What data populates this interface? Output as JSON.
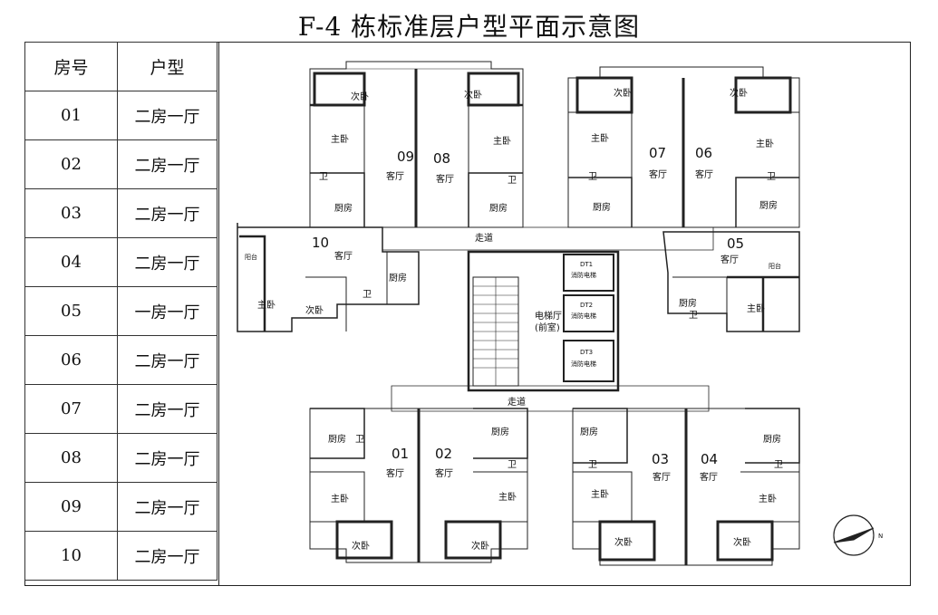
{
  "title": "F-4 栋标准层户型平面示意图",
  "table": {
    "headers": [
      "房号",
      "户型"
    ],
    "rows": [
      {
        "room": "01",
        "type": "二房一厅"
      },
      {
        "room": "02",
        "type": "二房一厅"
      },
      {
        "room": "03",
        "type": "二房一厅"
      },
      {
        "room": "04",
        "type": "二房一厅"
      },
      {
        "room": "05",
        "type": "一房一厅"
      },
      {
        "room": "06",
        "type": "二房一厅"
      },
      {
        "room": "07",
        "type": "二房一厅"
      },
      {
        "room": "08",
        "type": "二房一厅"
      },
      {
        "room": "09",
        "type": "二房一厅"
      },
      {
        "room": "10",
        "type": "二房一厅"
      }
    ]
  },
  "plan": {
    "units": [
      "01",
      "02",
      "03",
      "04",
      "05",
      "06",
      "07",
      "08",
      "09",
      "10"
    ],
    "labels": {
      "living": "客厅",
      "master": "主卧",
      "second": "次卧",
      "kitchen": "厨房",
      "bath": "卫",
      "balcony": "阳台",
      "corridor": "走道",
      "elevator_hall": "电梯厅",
      "elevator_hall_sub": "(前室)",
      "lift1": "消防电梯",
      "lift1_id": "DT1",
      "lift2": "消防电梯",
      "lift2_id": "DT2",
      "lift3": "消防电梯",
      "lift3_id": "DT3"
    },
    "compass": "N"
  }
}
